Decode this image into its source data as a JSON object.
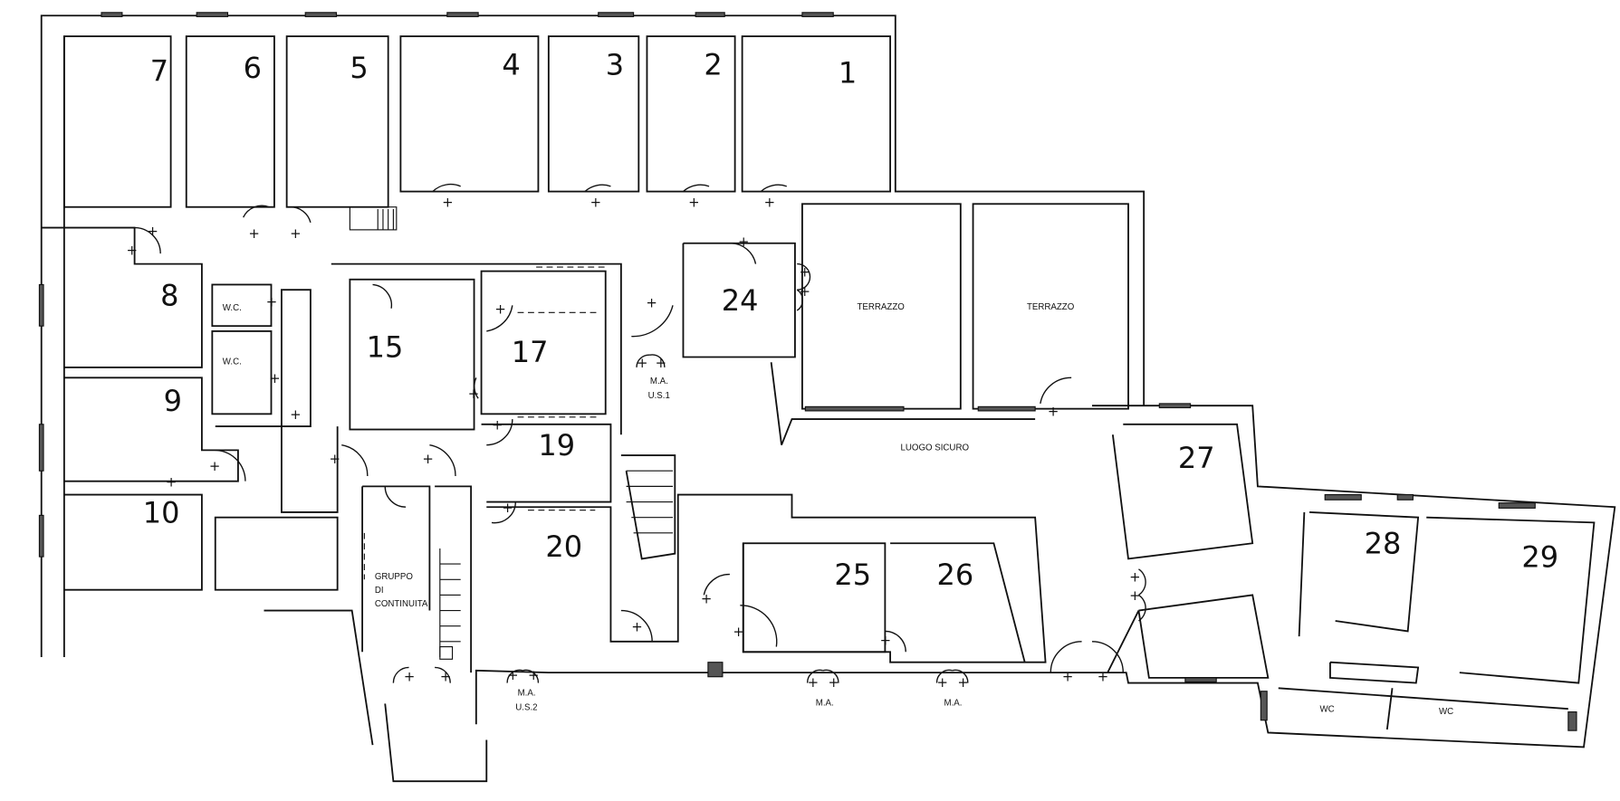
{
  "title": "Floor plan with numbered rooms",
  "rooms": {
    "r1": "1",
    "r2": "2",
    "r3": "3",
    "r4": "4",
    "r5": "5",
    "r6": "6",
    "r7": "7",
    "r8": "8",
    "r9": "9",
    "r10": "10",
    "r15": "15",
    "r17": "17",
    "r19": "19",
    "r20": "20",
    "r24": "24",
    "r25": "25",
    "r26": "26",
    "r27": "27",
    "r28": "28",
    "r29": "29"
  },
  "labels": {
    "wc1": "W.C.",
    "wc2": "W.C.",
    "terrazzo1": "TERRAZZO",
    "terrazzo2": "TERRAZZO",
    "luogo_sicuro": "LUOGO SICURO",
    "gruppo1": "GRUPPO",
    "gruppo2": "DI",
    "gruppo3": "CONTINUITA",
    "mа_us1_a": "M.A.",
    "ma_us1_b": "U.S.1",
    "ma_us2_a": "M.A.",
    "ma_us2_b": "U.S.2",
    "ma_3": "M.A.",
    "ma_4": "M.A.",
    "wc3": "WC",
    "wc4": "WC"
  },
  "door_marker": "+"
}
